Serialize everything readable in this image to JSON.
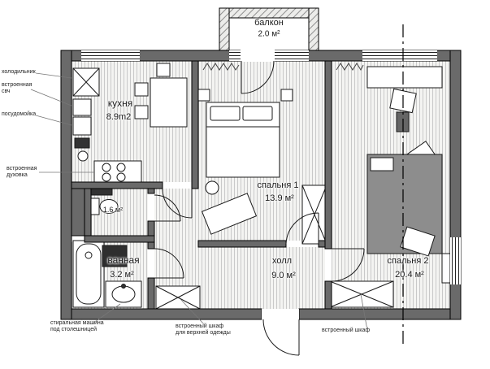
{
  "rooms": {
    "balcony": {
      "name": "балкон",
      "area": "2.0 м²"
    },
    "kitchen": {
      "name": "кухня",
      "area": "8.9m2"
    },
    "bedroom1": {
      "name": "спальня 1",
      "area": "13.9 м²"
    },
    "bedroom2": {
      "name": "спальня 2",
      "area": "20.4 м²"
    },
    "hall": {
      "name": "холл",
      "area": "9.0 м²"
    },
    "bathroom": {
      "name": "ванная",
      "area": "3.2 м²"
    },
    "wc": {
      "area": "1.6 м²"
    }
  },
  "annotations": {
    "fridge": "холодильник",
    "microwave": "встроенная\nсвч",
    "dishwasher": "посудомойка",
    "oven": "встроенная\nдуховка",
    "washing_machine": "стиральная машина\nпод столешницей",
    "hall_wardrobe": "встроенный шкаф\nдля верхней одежды",
    "bedroom2_wardrobe": "встроенный шкаф"
  },
  "colors": {
    "wall": "#6a6a6a",
    "bed_dark": "#8d8d8d",
    "appliance_dark": "#2e2e2e",
    "hatch_line": "#c9c9c9"
  }
}
